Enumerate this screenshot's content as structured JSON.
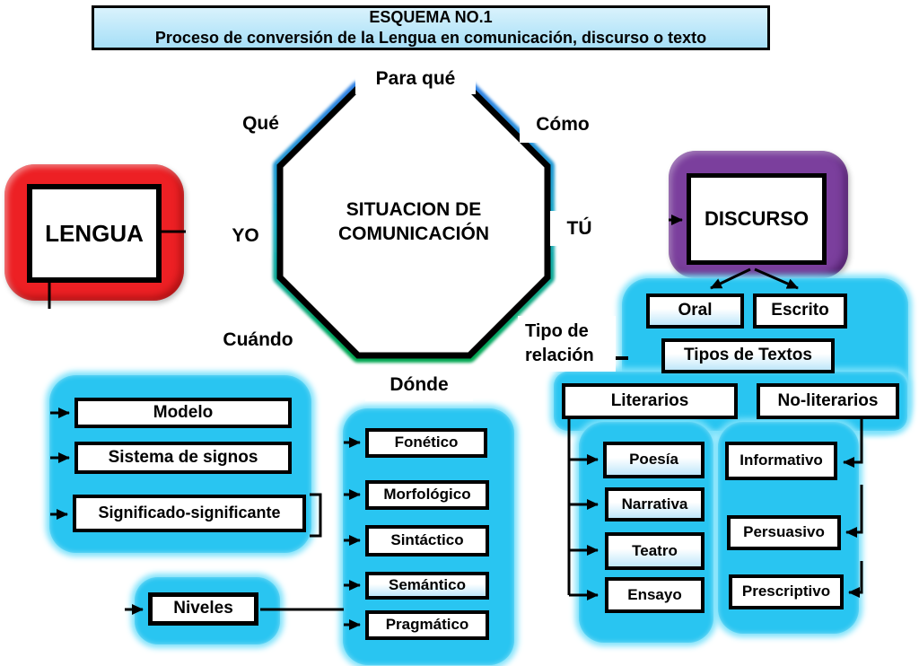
{
  "title": {
    "line1": "ESQUEMA NO.1",
    "line2": "Proceso de conversión de la Lengua en comunicación, discurso o texto"
  },
  "center": {
    "label": "SITUACION DE COMUNICACIÓN"
  },
  "labels": {
    "para_que": "Para qué",
    "que": "Qué",
    "como": "Cómo",
    "yo": "YO",
    "tu": "TÚ",
    "cuando": "Cuándo",
    "donde": "Dónde",
    "tipo_de_relacion": "Tipo de relación"
  },
  "lengua": {
    "label": "LENGUA",
    "children": [
      "Modelo",
      "Sistema de signos",
      "Significado-significante"
    ],
    "niveles": "Niveles",
    "niveles_children": [
      "Fonético",
      "Morfológico",
      "Sintáctico",
      "Semántico",
      "Pragmático"
    ]
  },
  "discurso": {
    "label": "DISCURSO",
    "modes": [
      "Oral",
      "Escrito"
    ],
    "tipos_de_textos": "Tipos de Textos",
    "categories": [
      "Literarios",
      "No-literarios"
    ],
    "literarios_children": [
      "Poesía",
      "Narrativa",
      "Teatro",
      "Ensayo"
    ],
    "no_literarios_children": [
      "Informativo",
      "Persuasivo",
      "Prescriptivo"
    ]
  },
  "colors": {
    "cyan-panel": "#29C5F1",
    "cyan-glow": "#7DE2FB",
    "red-panel": "#ED2024",
    "purple-panel": "#7B3F9D",
    "octagon-blue": "#2B7FE3",
    "octagon-teal": "#17A9C4",
    "octagon-green": "#00A651",
    "title-bg-top": "#D9F2FC",
    "title-bg-bottom": "#A6DFF7",
    "box-gradient-blue": "#BFE7FA",
    "line": "#000000"
  }
}
